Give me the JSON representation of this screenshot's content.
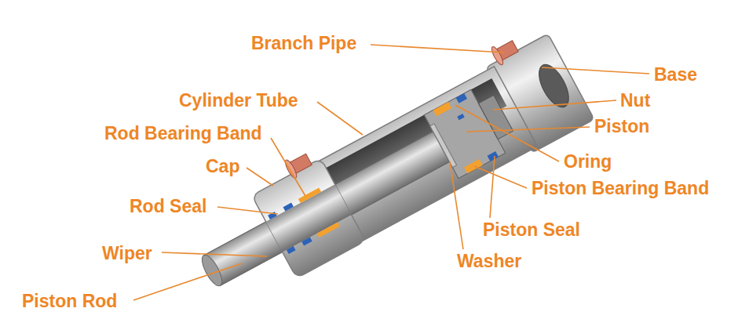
{
  "diagram": {
    "labels": [
      "Branch Pipe",
      "Base",
      "Cylinder Tube",
      "Nut",
      "Rod Bearing Band",
      "Piston",
      "Cap",
      "Oring",
      "Piston Bearing Band",
      "Rod Seal",
      "Piston Seal",
      "Wiper",
      "Washer",
      "Piston Rod"
    ]
  }
}
